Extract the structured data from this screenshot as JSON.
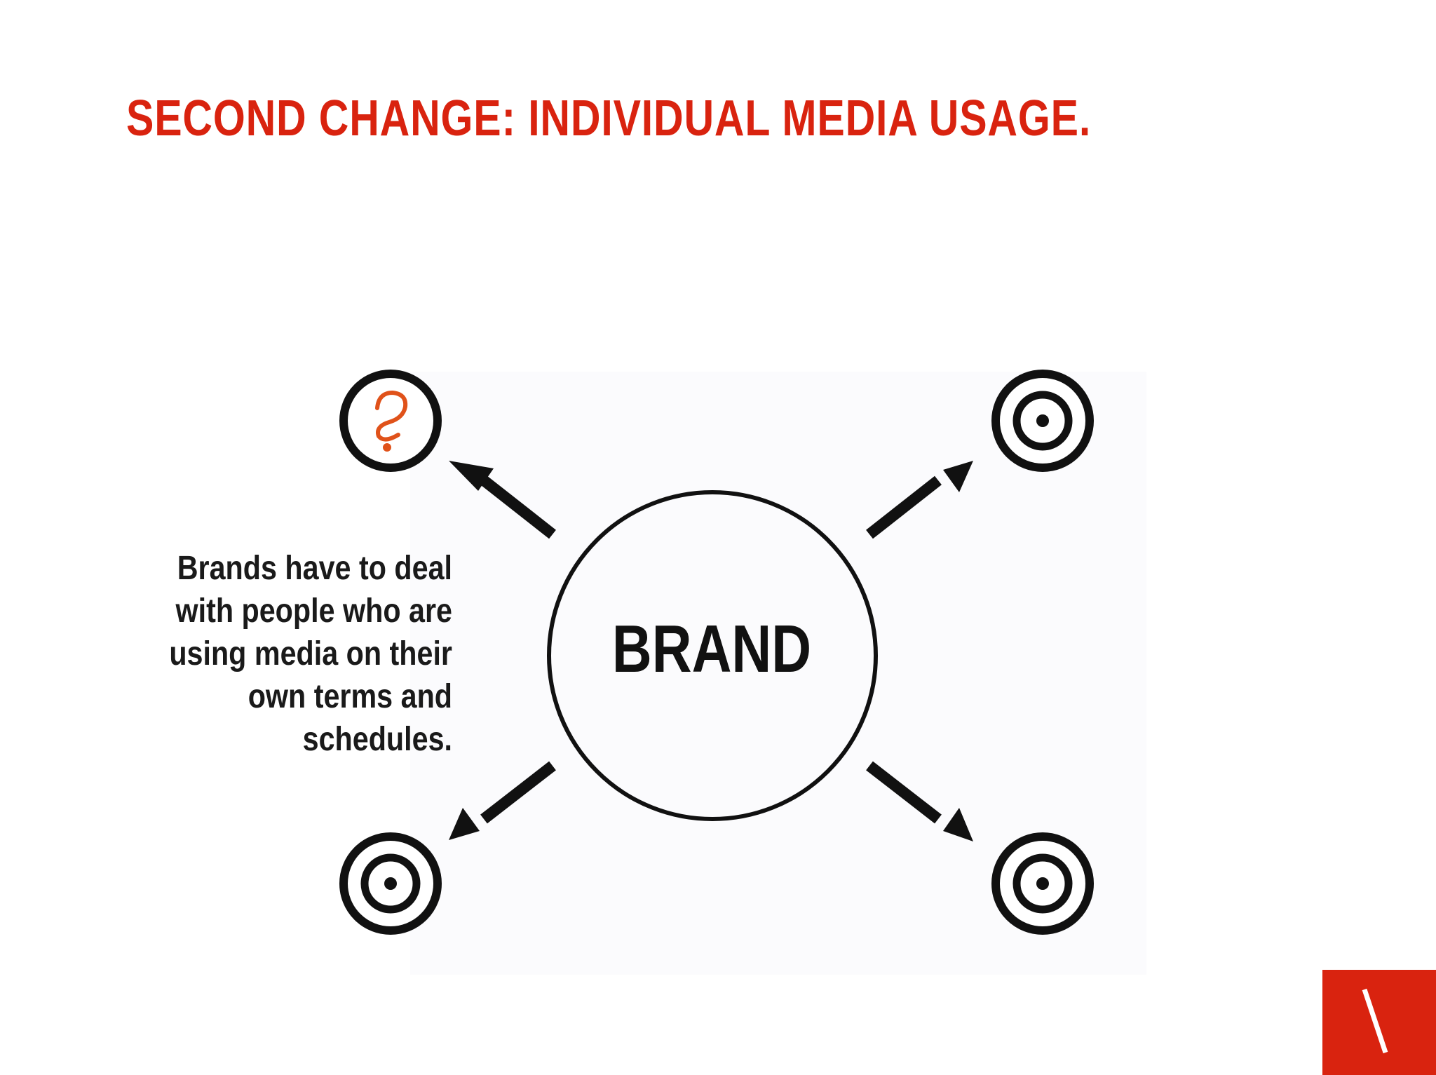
{
  "title": "SECOND CHANGE: INDIVIDUAL MEDIA USAGE.",
  "diagram": {
    "center_label": "BRAND",
    "description": "Brands have to deal with people who are using media on their own terms and schedules.",
    "nodes": [
      {
        "position": "top-left",
        "icon": "question-mark-icon"
      },
      {
        "position": "top-right",
        "icon": "target-icon"
      },
      {
        "position": "bottom-left",
        "icon": "target-icon"
      },
      {
        "position": "bottom-right",
        "icon": "target-icon"
      }
    ]
  },
  "colors": {
    "accent": "#d9230f",
    "ink": "#111111",
    "question_mark": "#e0521a"
  },
  "logo": {
    "icon": "backslash-logo-icon"
  }
}
